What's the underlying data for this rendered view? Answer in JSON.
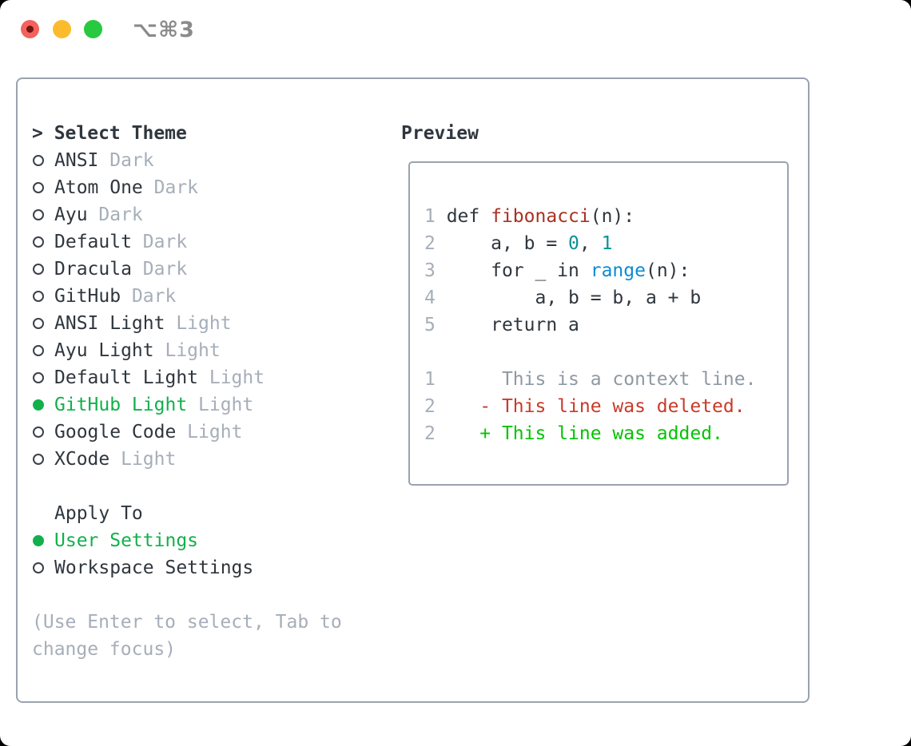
{
  "window": {
    "titlebar_shortcut": "⌥⌘3",
    "traffic_lights": [
      "close",
      "minimize",
      "zoom"
    ]
  },
  "colors": {
    "text": "#2f363d",
    "muted_gray": "#a6aeb9",
    "accent_green": "#12b04b",
    "diff_added_green": "#03c303",
    "diff_deleted_red": "#c93a28",
    "function_red": "#a93122",
    "number_teal": "#0c9194",
    "builtin_blue": "#0d8bd6",
    "context_gray": "#8f99a3",
    "border_gray": "#9aa3ae"
  },
  "theme_picker": {
    "header": "> Select Theme",
    "items": [
      {
        "name": "ANSI",
        "variant": "Dark",
        "selected": false
      },
      {
        "name": "Atom One",
        "variant": "Dark",
        "selected": false
      },
      {
        "name": "Ayu",
        "variant": "Dark",
        "selected": false
      },
      {
        "name": "Default",
        "variant": "Dark",
        "selected": false
      },
      {
        "name": "Dracula",
        "variant": "Dark",
        "selected": false
      },
      {
        "name": "GitHub",
        "variant": "Dark",
        "selected": false
      },
      {
        "name": "ANSI Light",
        "variant": "Light",
        "selected": false
      },
      {
        "name": "Ayu Light",
        "variant": "Light",
        "selected": false
      },
      {
        "name": "Default Light",
        "variant": "Light",
        "selected": false
      },
      {
        "name": "GitHub Light",
        "variant": "Light",
        "selected": true
      },
      {
        "name": "Google Code",
        "variant": "Light",
        "selected": false
      },
      {
        "name": "XCode",
        "variant": "Light",
        "selected": false
      }
    ]
  },
  "apply_to": {
    "header": "Apply To",
    "options": [
      {
        "label": "User Settings",
        "selected": true
      },
      {
        "label": "Workspace Settings",
        "selected": false
      }
    ]
  },
  "hint": "(Use Enter to select, Tab to change focus)",
  "preview": {
    "header": "Preview",
    "lines": [
      [
        [
          "ln",
          "1"
        ],
        [
          "pl",
          " def "
        ],
        [
          "fn",
          "fibonacci"
        ],
        [
          "pl",
          "(n):"
        ]
      ],
      [
        [
          "ln",
          "2"
        ],
        [
          "pl",
          "     a, b = "
        ],
        [
          "nm",
          "0"
        ],
        [
          "pl",
          ", "
        ],
        [
          "nm",
          "1"
        ]
      ],
      [
        [
          "ln",
          "3"
        ],
        [
          "pl",
          "     for _ in "
        ],
        [
          "bi",
          "range"
        ],
        [
          "pl",
          "(n):"
        ]
      ],
      [
        [
          "ln",
          "4"
        ],
        [
          "pl",
          "         a, b = b, a + b"
        ]
      ],
      [
        [
          "ln",
          "5"
        ],
        [
          "pl",
          "     return a"
        ]
      ],
      [],
      [
        [
          "ln",
          "1"
        ],
        [
          "ctx",
          "      This is a context line."
        ]
      ],
      [
        [
          "ln",
          "2"
        ],
        [
          "del",
          "    - This line was deleted."
        ]
      ],
      [
        [
          "ln",
          "2"
        ],
        [
          "add",
          "    + This line was added."
        ]
      ]
    ]
  }
}
